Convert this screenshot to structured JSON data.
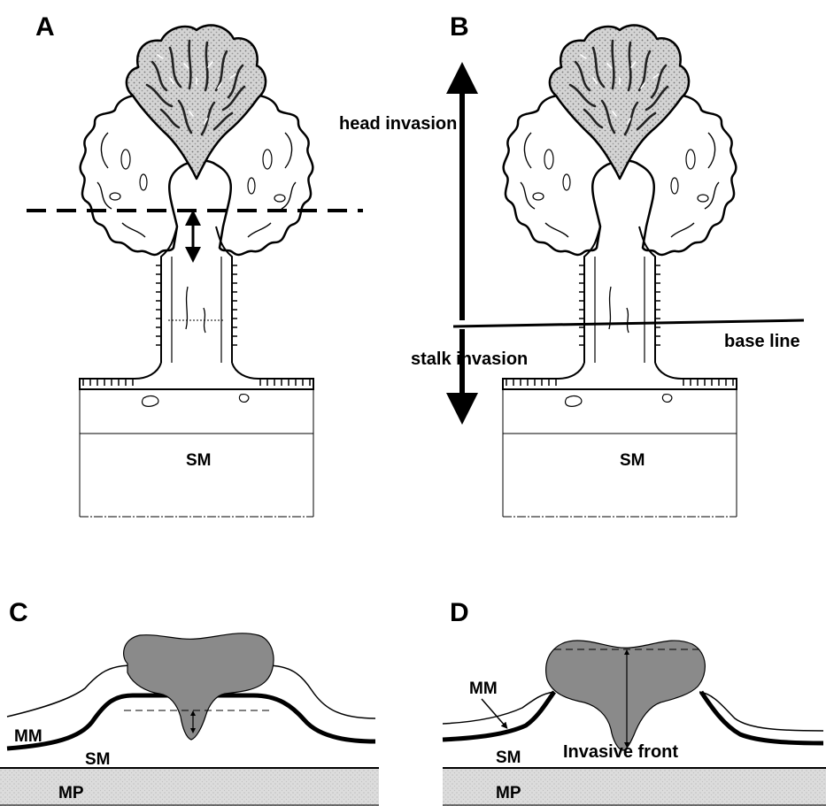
{
  "panels": {
    "a": {
      "letter": "A",
      "sm": "SM"
    },
    "b": {
      "letter": "B",
      "sm": "SM",
      "head_invasion": "head invasion",
      "stalk_invasion": "stalk invasion",
      "base_line": "base line"
    },
    "c": {
      "letter": "C",
      "mm": "MM",
      "sm": "SM",
      "mp": "MP"
    },
    "d": {
      "letter": "D",
      "mm": "MM",
      "sm": "SM",
      "mp": "MP",
      "invasive_front": "Invasive front"
    }
  },
  "colors": {
    "tumor_fill": "#8a8a8a",
    "stipple": "#c8c8c8",
    "mp_fill": "#d9d9d9",
    "line": "#000000"
  }
}
